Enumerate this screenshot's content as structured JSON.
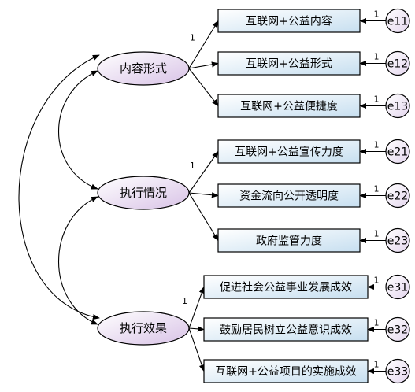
{
  "latents": [
    {
      "id": "L1",
      "label": "内容形式",
      "loading_label": "1"
    },
    {
      "id": "L2",
      "label": "执行情况",
      "loading_label": "1"
    },
    {
      "id": "L3",
      "label": "执行效果",
      "loading_label": "1"
    }
  ],
  "indicators": [
    {
      "label": "互联网+公益内容",
      "latent": "L1",
      "error": "e11",
      "error_coef": "1"
    },
    {
      "label": "互联网+公益形式",
      "latent": "L1",
      "error": "e12",
      "error_coef": "1"
    },
    {
      "label": "互联网+公益便捷度",
      "latent": "L1",
      "error": "e13",
      "error_coef": "1"
    },
    {
      "label": "互联网+公益宣传力度",
      "latent": "L2",
      "error": "e21",
      "error_coef": "1"
    },
    {
      "label": "资金流向公开透明度",
      "latent": "L2",
      "error": "e22",
      "error_coef": "1"
    },
    {
      "label": "政府监管力度",
      "latent": "L2",
      "error": "e23",
      "error_coef": "1"
    },
    {
      "label": "促进社会公益事业发展成效",
      "latent": "L3",
      "error": "e31",
      "error_coef": "1"
    },
    {
      "label": "鼓励居民树立公益意识成效",
      "latent": "L3",
      "error": "e32",
      "error_coef": "1"
    },
    {
      "label": "互联网+公益项目的实施成效",
      "latent": "L3",
      "error": "e33",
      "error_coef": "1"
    }
  ],
  "covariances": [
    [
      "L1",
      "L2"
    ],
    [
      "L2",
      "L3"
    ],
    [
      "L1",
      "L3"
    ]
  ],
  "colors": {
    "latent_fill_light": "#ffffff",
    "latent_fill_dark": "#d8c2e6",
    "box_fill_light": "#ffffff",
    "box_fill_dark": "#c7dff0",
    "error_fill_light": "#ffffff",
    "error_fill_dark": "#e4d6ee",
    "stroke": "#000000"
  }
}
